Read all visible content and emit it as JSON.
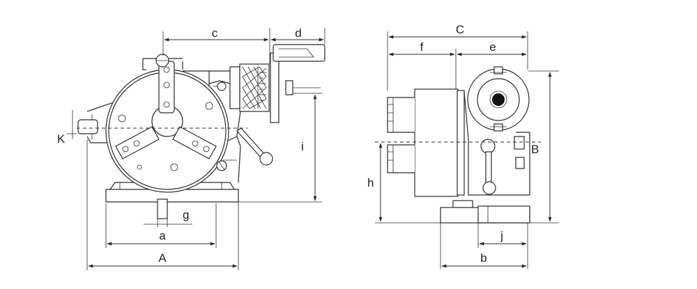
{
  "figure": {
    "left_view": {
      "labels": {
        "c": "c",
        "d": "d",
        "K": "K",
        "i": "i",
        "g": "g",
        "a": "a",
        "A": "A"
      }
    },
    "right_view": {
      "labels": {
        "C": "C",
        "f": "f",
        "e": "e",
        "B": "B",
        "h": "h",
        "j": "j",
        "b": "b"
      }
    }
  },
  "colors": {
    "line": "#2a2a2a",
    "background": "#ffffff",
    "label": "#222222"
  }
}
